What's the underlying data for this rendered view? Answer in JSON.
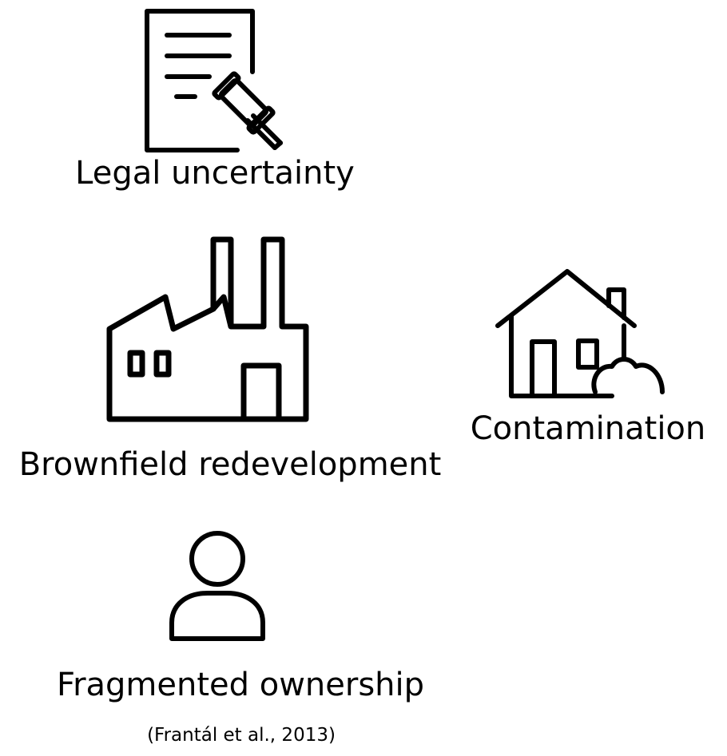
{
  "labels": {
    "legal": "Legal uncertainty",
    "brownfield": "Brownfield redevelopment",
    "contamination": "Contamination",
    "ownership": "Fragmented ownership",
    "citation": "(Frantál et al., 2013)"
  },
  "icons": {
    "legal": "legal-document-gavel-icon",
    "brownfield": "factory-icon",
    "contamination": "house-contamination-icon",
    "ownership": "person-icon"
  },
  "colors": {
    "line": "#000000",
    "background": "#ffffff"
  }
}
